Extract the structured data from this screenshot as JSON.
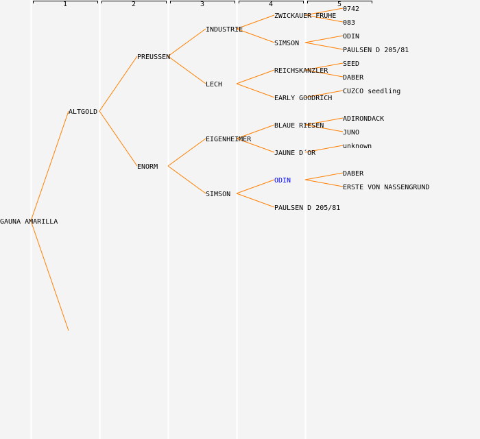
{
  "columns": [
    "1",
    "2",
    "3",
    "4",
    "5"
  ],
  "colors": {
    "line": "#ff8000",
    "text": "#000000",
    "highlight": "#0000ff",
    "separator": "#ffffff",
    "background": "#f4f4f4"
  },
  "generations": [
    [
      "GAUNA AMARILLA"
    ],
    [
      "ALTGOLD",
      ""
    ],
    [
      "PREUSSEN",
      "ENORM",
      null,
      null
    ],
    [
      "INDUSTRIE",
      "LECH",
      "EIGENHEIMER",
      "SIMSON",
      null,
      null,
      null,
      null
    ],
    [
      "ZWICKAUER FRUHE",
      "SIMSON",
      "REICHSKANZLER",
      "EARLY GOODRICH",
      "BLAUE RIESEN",
      "JAUNE D´OR",
      "ODIN",
      "PAULSEN D 205/81"
    ],
    [
      "0742",
      "083",
      "ODIN",
      "PAULSEN D 205/81",
      "SEED",
      "DABER",
      "CUZCO seedling",
      null,
      "ADIRONDACK",
      "JUNO",
      "unknown",
      null,
      "DABER",
      "ERSTE VON NASSENGRUND",
      null,
      null
    ]
  ],
  "highlighted": [
    {
      "generation": 4,
      "index": 6
    }
  ]
}
